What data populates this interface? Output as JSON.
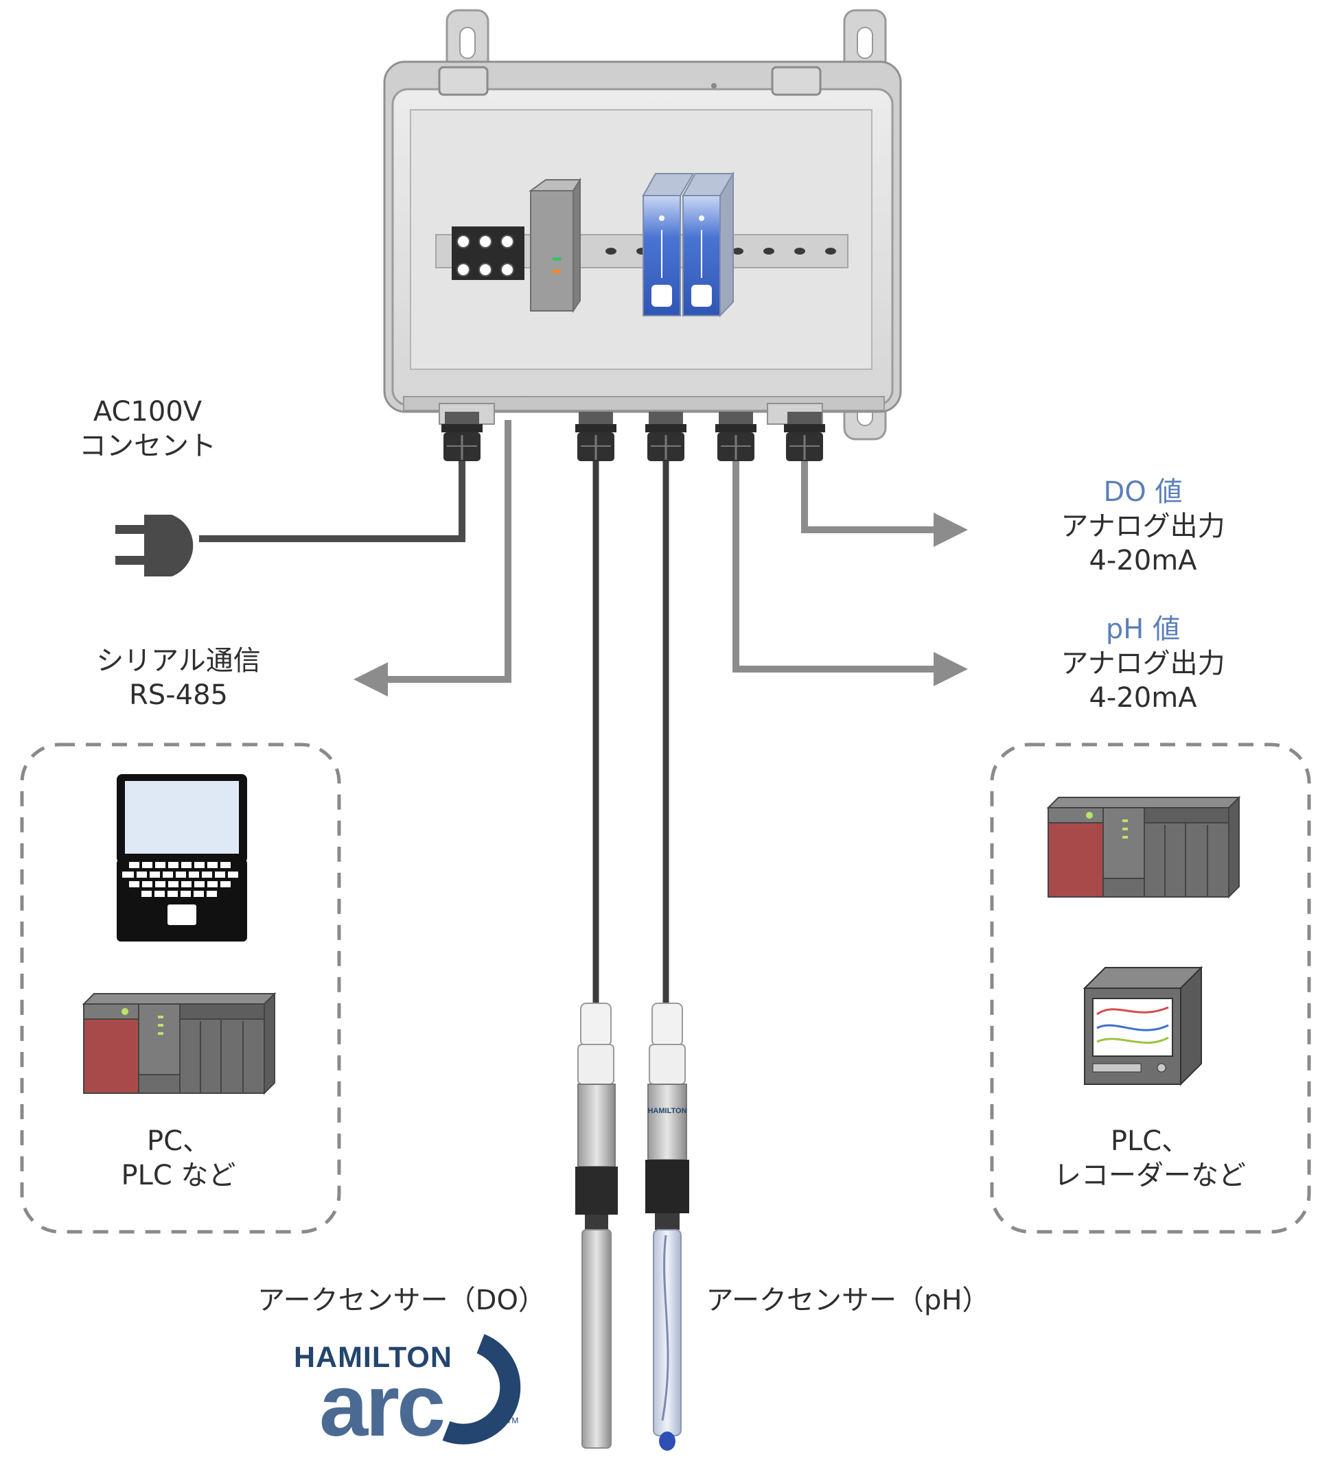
{
  "labels": {
    "ac_power": [
      "AC100V",
      "コンセント"
    ],
    "serial": [
      "シリアル通信",
      "RS-485"
    ],
    "do_output": {
      "title": "DO 値",
      "line1": "アナログ出力",
      "line2": "4-20mA"
    },
    "ph_output": {
      "title": "pH 値",
      "line1": "アナログ出力",
      "line2": "4-20mA"
    },
    "left_devices": [
      "PC、",
      "PLC など"
    ],
    "right_devices": [
      "PLC、",
      "レコーダーなど"
    ],
    "sensor_do": "アークセンサー（DO）",
    "sensor_ph": "アークセンサー（pH）"
  },
  "logo": {
    "brand": "HAMILTON",
    "product": "arc",
    "trademark": "TM"
  },
  "sensor_prints": {
    "ph_head_text": "HAMILTON"
  },
  "colors": {
    "accent_blue": "#5b7fb8",
    "cable_dark": "#4a4a4a",
    "arrow_gray": "#8c8c8c",
    "module_blue": "#3a63c9",
    "plc_red": "#a94a4a",
    "logo_navy": "#23456f"
  },
  "icons": {
    "enclosure": "control-box-icon",
    "plug": "power-plug-icon",
    "laptop": "laptop-icon",
    "plc": "plc-icon",
    "recorder": "chart-recorder-icon"
  }
}
